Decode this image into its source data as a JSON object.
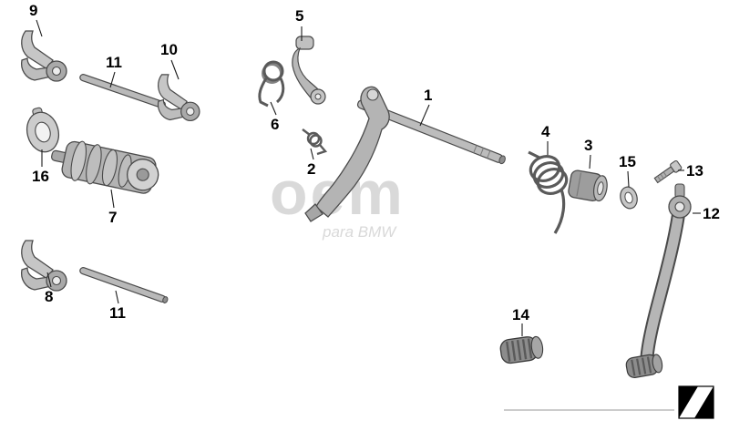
{
  "page": {
    "background": "#ffffff"
  },
  "watermark": {
    "main": "oem",
    "sub": "para BMW",
    "color": "#d9d9d9"
  },
  "labels": [
    {
      "text": "9"
    },
    {
      "text": "11"
    },
    {
      "text": "10"
    },
    {
      "text": "5"
    },
    {
      "text": "6"
    },
    {
      "text": "2"
    },
    {
      "text": "1"
    },
    {
      "text": "4"
    },
    {
      "text": "3"
    },
    {
      "text": "15"
    },
    {
      "text": "13"
    },
    {
      "text": "12"
    },
    {
      "text": "16"
    },
    {
      "text": "7"
    },
    {
      "text": "8"
    },
    {
      "text": "11"
    },
    {
      "text": "14"
    }
  ],
  "colors": {
    "part_light": "#cccccc",
    "part_mid": "#b2b2b2",
    "part_dark": "#8c8c8c",
    "outline": "#4a4a4a",
    "label_text": "#000000",
    "divider": "#999999",
    "logo_fill": "#000000"
  }
}
